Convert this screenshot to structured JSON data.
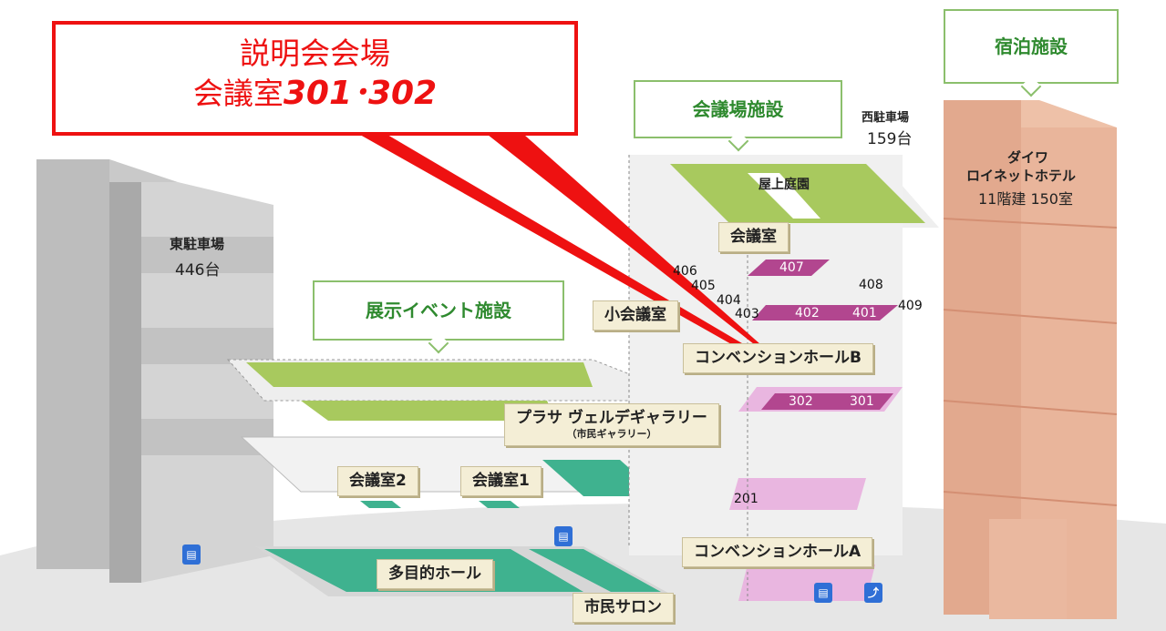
{
  "callout": {
    "line1": "説明会会場",
    "line2_prefix": "会議室",
    "line2_rooms": "301･302"
  },
  "facility_groups": {
    "lodging": "宿泊施設",
    "conference": "会議場施設",
    "exhibition": "展示イベント施設"
  },
  "parking": {
    "east": {
      "name": "東駐車場",
      "count": "446台"
    },
    "west": {
      "name": "西駐車場",
      "count": "159台"
    }
  },
  "hotel": {
    "name_line1": "ダイワ",
    "name_line2": "ロイネットホテル",
    "info": "11階建 150室"
  },
  "labels": {
    "rooftop": "屋上庭園",
    "meeting_room": "会議室",
    "small_meeting": "小会議室",
    "hall_b": "コンベンションホールB",
    "gallery": "プラサ ヴェルデギャラリー",
    "gallery_sub": "（市民ギャラリー）",
    "room2": "会議室2",
    "room1": "会議室1",
    "multi_hall": "多目的ホール",
    "salon": "市民サロン",
    "hall_a": "コンベンションホールA"
  },
  "rooms": {
    "r406": "406",
    "r405": "405",
    "r404": "404",
    "r403": "403",
    "r407": "407",
    "r408": "408",
    "r409": "409",
    "r402": "402",
    "r401": "401",
    "r302": "302",
    "r301": "301",
    "r201": "201"
  },
  "colors": {
    "callout": "#ee1111",
    "green_group": "#2f8a2f",
    "hotel": "#e4a98e",
    "floor_green": "#a8c95e",
    "teal": "#3fb28f",
    "magenta": "#b2468f"
  },
  "icons": [
    "elevator-icon",
    "escalator-icon"
  ]
}
